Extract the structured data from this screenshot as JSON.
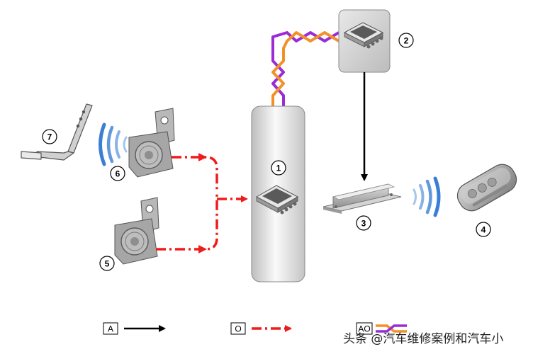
{
  "callouts": [
    "1",
    "2",
    "3",
    "4",
    "5",
    "6",
    "7"
  ],
  "legend": {
    "a_key": "A",
    "o_key": "O",
    "ao_key": "AO"
  },
  "watermark": "头条 @汽车维修案例和汽车小",
  "colors": {
    "purple_bus": "#9a2bd6",
    "orange_bus": "#f2912a",
    "red_signal": "#ee1c1c",
    "black_line": "#000000",
    "rf_waves": "#3a7fd5"
  },
  "icons": [
    "control-module-icon",
    "rf-antenna-icon",
    "smart-key-fob-icon",
    "brake-pedal-icon",
    "rf-transmitter-icon",
    "signal-waves-icon"
  ]
}
